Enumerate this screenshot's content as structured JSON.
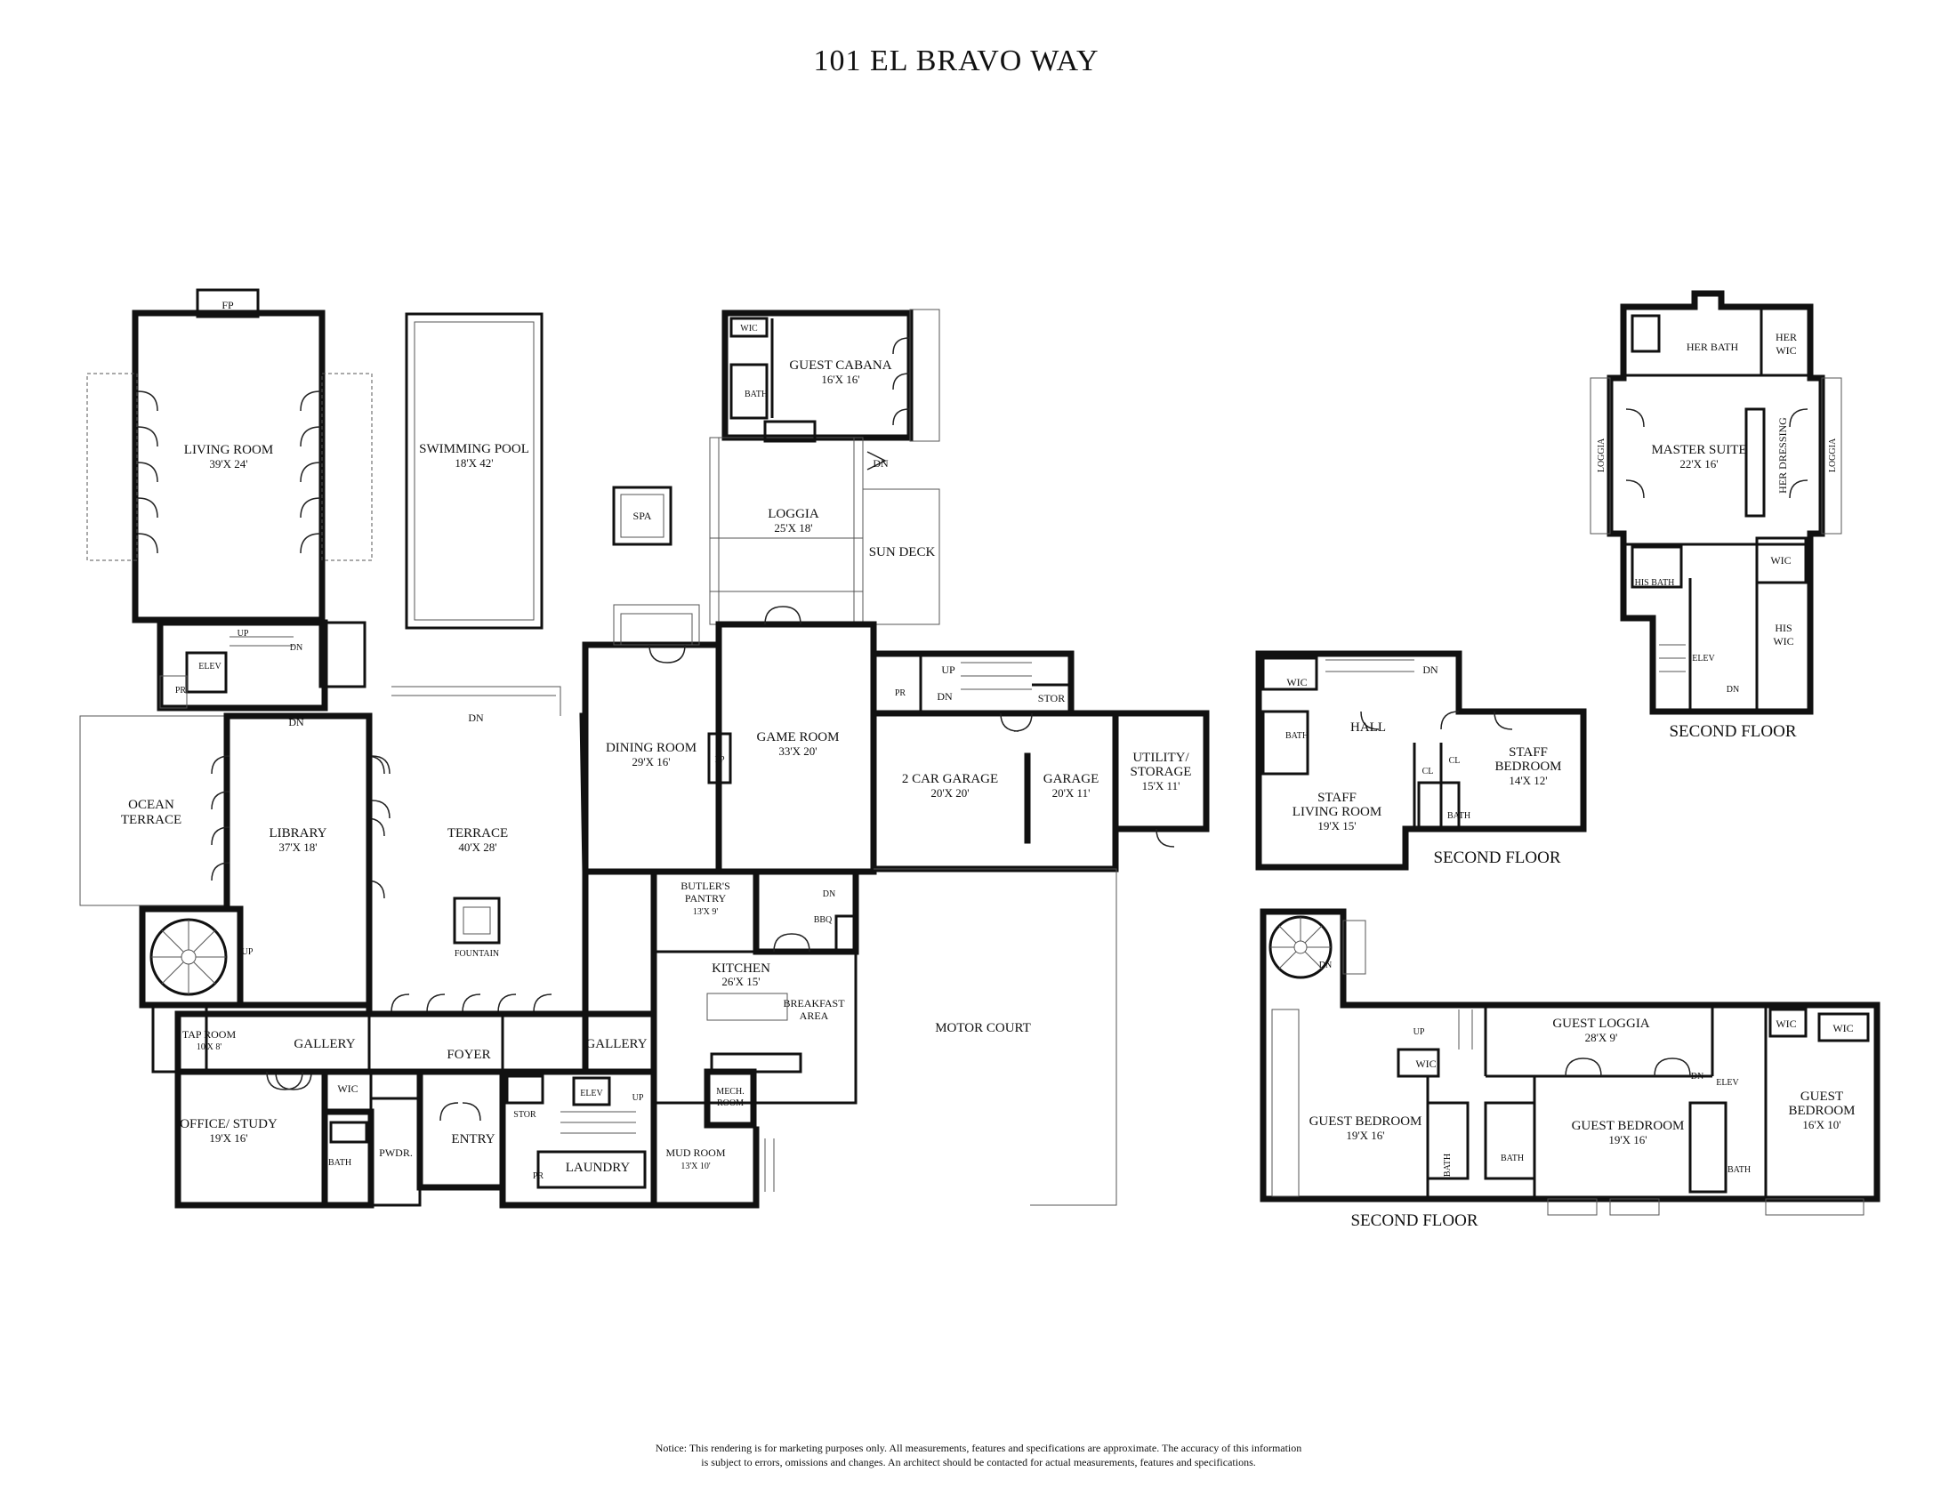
{
  "title": "101 EL BRAVO WAY",
  "notice": {
    "line1": "Notice: This rendering is for marketing purposes only. All measurements, features and specifications are approximate. The accuracy of this information",
    "line2": "is subject to errors, omissions and changes. An architect should be contacted for actual measurements, features and specifications."
  },
  "first_floor": {
    "living_room": {
      "name": "LIVING ROOM",
      "dims": "39'X 24'"
    },
    "fp_living": "FP",
    "swimming_pool": {
      "name": "SWIMMING POOL",
      "dims": "18'X 42'"
    },
    "spa": "SPA",
    "guest_cabana": {
      "name": "GUEST CABANA",
      "dims": "16'X 16'"
    },
    "cabana_wic": "WIC",
    "cabana_bath": "BATH",
    "loggia": {
      "name": "LOGGIA",
      "dims": "25'X 18'"
    },
    "sun_deck": "SUN DECK",
    "dn_loggia": "DN",
    "up_living": "UP",
    "dn_living": "DN",
    "elev_living": "ELEV",
    "pr_living": "PR",
    "dn_library": "DN",
    "ocean_terrace": {
      "line1": "OCEAN",
      "line2": "TERRACE"
    },
    "library": {
      "name": "LIBRARY",
      "dims": "37'X 18'"
    },
    "up_stair": "UP",
    "terrace": {
      "name": "TERRACE",
      "dims": "40'X 28'"
    },
    "dn_terrace": "DN",
    "fountain": "FOUNTAIN",
    "dining_room": {
      "name": "DINING ROOM",
      "dims": "29'X 16'"
    },
    "fp_dining": "FP",
    "game_room": {
      "name": "GAME ROOM",
      "dims": "33'X 20'"
    },
    "pr_game": "PR",
    "up_game": "UP",
    "dn_game": "DN",
    "stor_game": "STOR",
    "garage_2car": {
      "name": "2 CAR GARAGE",
      "dims": "20'X 20'"
    },
    "garage": {
      "name": "GARAGE",
      "dims": "20'X 11'"
    },
    "utility": {
      "line1": "UTILITY/",
      "line2": "STORAGE",
      "dims": "15'X 11'"
    },
    "butlers_pantry": {
      "line1": "BUTLER'S",
      "line2": "PANTRY",
      "dims": "13'X 9'"
    },
    "dn_bbq": "DN",
    "bbq": "BBQ",
    "kitchen": {
      "name": "KITCHEN",
      "dims": "26'X 15'"
    },
    "breakfast": {
      "line1": "BREAKFAST",
      "line2": "AREA"
    },
    "motor_court": "MOTOR COURT",
    "mech_room": {
      "line1": "MECH.",
      "line2": "ROOM"
    },
    "mud_room": {
      "name": "MUD ROOM",
      "dims": "13'X 10'"
    },
    "laundry": "LAUNDRY",
    "pr_laundry": "PR",
    "stor_laundry": "STOR",
    "elev_main": "ELEV",
    "up_main": "UP",
    "tap_room": {
      "name": "TAP ROOM",
      "dims": "10'X 8'"
    },
    "gallery_west": "GALLERY",
    "foyer": "FOYER",
    "gallery_east": "GALLERY",
    "office": {
      "name": "OFFICE/ STUDY",
      "dims": "19'X 16'"
    },
    "office_wic": "WIC",
    "office_bath": "BATH",
    "pwdr": "PWDR.",
    "entry": "ENTRY"
  },
  "staff_wing": {
    "floor_label": "SECOND FLOOR",
    "wic": "WIC",
    "dn": "DN",
    "bath": "BATH",
    "hall": "HALL",
    "cl1": "CL",
    "cl2": "CL",
    "bath2": "BATH",
    "staff_living": {
      "line1": "STAFF",
      "line2": "LIVING ROOM",
      "dims": "19'X 15'"
    },
    "staff_bedroom": {
      "line1": "STAFF",
      "line2": "BEDROOM",
      "dims": "14'X 12'"
    }
  },
  "master_wing": {
    "floor_label": "SECOND FLOOR",
    "her_bath": "HER BATH",
    "her_wic": {
      "line1": "HER",
      "line2": "WIC"
    },
    "master_suite": {
      "name": "MASTER SUITE",
      "dims": "22'X 16'"
    },
    "loggia_left": "LOGGIA",
    "loggia_right": "LOGGIA",
    "her_dressing": "HER DRESSING",
    "wic": "WIC",
    "his_bath": "HIS BATH",
    "his_wic": {
      "line1": "HIS",
      "line2": "WIC"
    },
    "elev": "ELEV",
    "dn": "DN"
  },
  "guest_wing": {
    "floor_label": "SECOND FLOOR",
    "dn": "DN",
    "up": "UP",
    "wic1": "WIC",
    "guest_loggia": {
      "name": "GUEST LOGGIA",
      "dims": "28'X 9'"
    },
    "wic2": "WIC",
    "wic3": "WIC",
    "guest_bedroom1": {
      "name": "GUEST BEDROOM",
      "dims": "19'X 16'"
    },
    "bath1": "BATH",
    "bath2": "BATH",
    "guest_bedroom2": {
      "name": "GUEST BEDROOM",
      "dims": "19'X 16'"
    },
    "dn2": "DN",
    "elev": "ELEV",
    "bath3": "BATH",
    "guest_bedroom3": {
      "line1": "GUEST",
      "line2": "BEDROOM",
      "dims": "16'X 10'"
    }
  }
}
